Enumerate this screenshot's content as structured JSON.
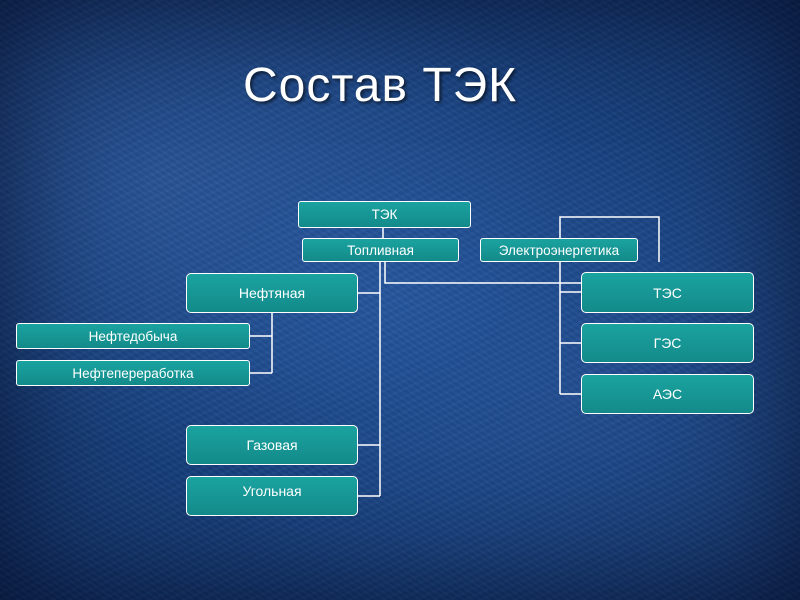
{
  "title": "Состав ТЭК",
  "nodes": {
    "tek": "ТЭК",
    "fuel": "Топливная",
    "electro": "Электроэнергетика",
    "oil": "Нефтяная",
    "oil_extraction": "Нефтедобыча",
    "oil_refining": "Нефтепереработка",
    "gas": "Газовая",
    "coal": "Угольная",
    "tes": "ТЭС",
    "ges": "ГЭС",
    "aes": "АЭС"
  },
  "colors": {
    "box_fill": "#16999a",
    "box_border": "#ffffff",
    "connector": "#ffffff",
    "background": "#1b4a8c"
  }
}
